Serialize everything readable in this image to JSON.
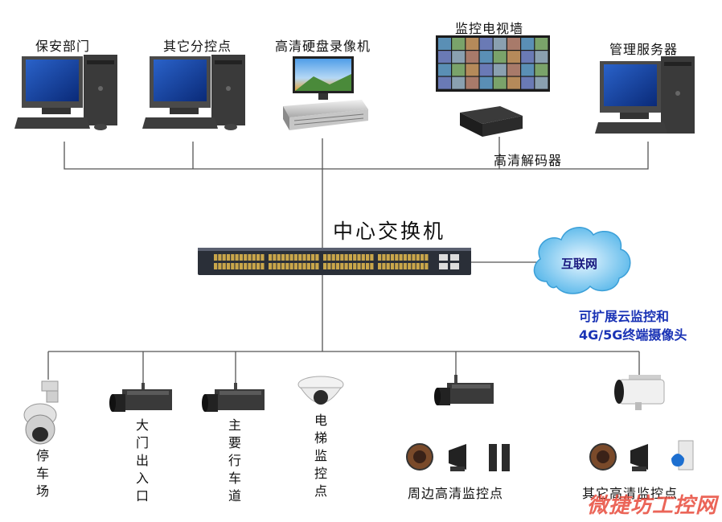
{
  "title": "中心交换机",
  "top_devices": [
    {
      "label": "保安部门"
    },
    {
      "label": "其它分控点"
    },
    {
      "label": "高清硬盘录像机"
    },
    {
      "label": "监控电视墙"
    },
    {
      "label": "管理服务器"
    }
  ],
  "decoder_label": "高清解码器",
  "cloud": {
    "label": "互联网"
  },
  "cloud_note": {
    "line1": "可扩展云监控和",
    "line2": "4G/5G终端摄像头"
  },
  "bottom_devices": [
    {
      "label": "停车场"
    },
    {
      "label": "大门出入口"
    },
    {
      "label": "主要行车道"
    },
    {
      "label": "电梯监控点"
    },
    {
      "label": "周边高清监控点"
    },
    {
      "label": "其它高清监控点"
    }
  ],
  "watermark": "微捷坊工控网",
  "colors": {
    "line": "#555555",
    "cloud": "#47b3e6",
    "note": "#1a33b5"
  }
}
